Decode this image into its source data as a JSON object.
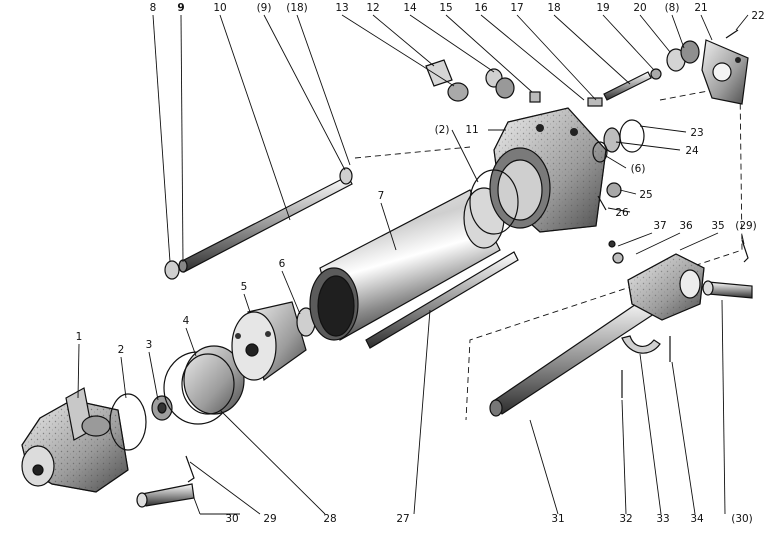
{
  "figure": {
    "callouts": {
      "c1": "1",
      "c2": "2",
      "c3": "3",
      "c4": "4",
      "c5": "5",
      "c6": "6",
      "c7": "7",
      "c8": "8",
      "c9": "9",
      "c10": "10",
      "c9p": "(9)",
      "c18p": "(18)",
      "c11": "11",
      "c2p": "(2)",
      "c12": "12",
      "c13": "13",
      "c14": "14",
      "c15": "15",
      "c16": "16",
      "c17": "17",
      "c18": "18",
      "c19": "19",
      "c20": "20",
      "c8p": "(8)",
      "c21": "21",
      "c22": "22",
      "c23": "23",
      "c24": "24",
      "c6p": "(6)",
      "c25": "25",
      "c26": "26",
      "c27": "27",
      "c28": "28",
      "c29": "29",
      "c30": "30",
      "c31": "31",
      "c32": "32",
      "c33": "33",
      "c34": "34",
      "c30p": "(30)",
      "c35": "35",
      "c36": "36",
      "c37": "37",
      "c29p": "(29)"
    },
    "colors": {
      "ink": "#111111",
      "metal_light": "#e8e8e8",
      "metal_mid": "#b5b5b5",
      "metal_dark": "#5a5a5a",
      "paper": "#ffffff"
    }
  }
}
